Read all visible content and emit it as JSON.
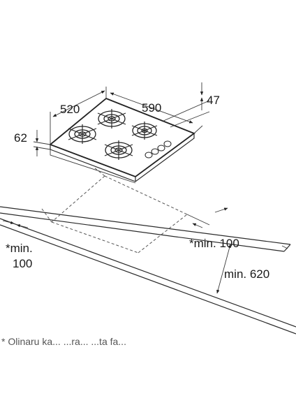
{
  "labels": {
    "depth": "520",
    "width": "590",
    "cutout_depth": "47",
    "height": "62",
    "min_left_top": "*min.",
    "min_left_bottom": "100",
    "min_right": "*min. 100",
    "min_front": "min. 620",
    "footnote": "*  Olinaru ka... ...ra... ...ta fa..."
  },
  "colors": {
    "line": "#2a2a2a",
    "background": "#ffffff"
  }
}
